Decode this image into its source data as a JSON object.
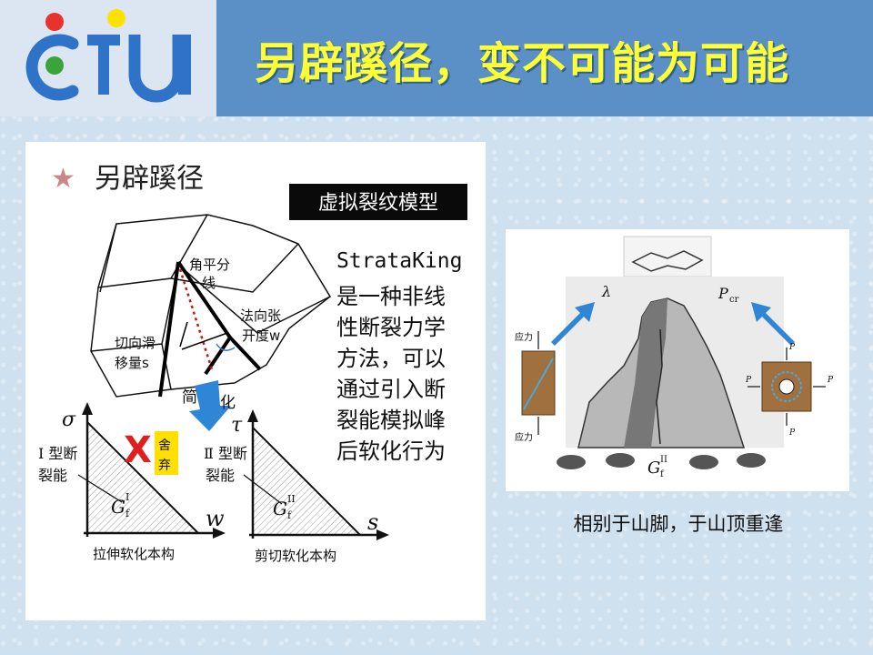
{
  "header": {
    "title": "另辟蹊径，变不可能为可能",
    "logo_colors": [
      "#e8332c",
      "#ffe000",
      "#3aa33a",
      "#2f73c8"
    ]
  },
  "left_panel": {
    "heading_star": "★",
    "heading": "另辟蹊径",
    "tag": "虚拟裂纹模型",
    "description_lines": [
      "StrataKing",
      "是一种非线",
      "性断裂力学",
      "方法，可以",
      "通过引入断",
      "裂能模拟峰",
      "后软化行为"
    ],
    "labels": {
      "bisector_1": "角平分",
      "bisector_2": "线",
      "normal_1": "法向张",
      "normal_2": "开度w",
      "tangent_1": "切向滑",
      "tangent_2": "移量s",
      "simplify_1": "简",
      "simplify_2": "化",
      "discard_mark": "X",
      "discard_1": "舍",
      "discard_2": "弃",
      "chart1_yaxis": "σ",
      "chart1_xaxis": "w",
      "chart1_energy_1": "Ⅰ 型断",
      "chart1_energy_2": "裂能",
      "chart1_gf": "G",
      "chart1_gf_sub": "f",
      "chart1_gf_sup": "I",
      "chart1_caption": "拉伸软化本构",
      "chart2_yaxis": "τ",
      "chart2_xaxis": "s",
      "chart2_energy_1": "Ⅱ 型断",
      "chart2_energy_2": "裂能",
      "chart2_gf": "G",
      "chart2_gf_sub": "f",
      "chart2_gf_sup": "II",
      "chart2_caption": "剪切软化本构"
    }
  },
  "right_panel": {
    "lambda": "λ",
    "pcr": "P",
    "pcr_sub": "cr",
    "stress_top": "应力",
    "stress_bottom": "应力",
    "p_labels": [
      "P",
      "P",
      "P",
      "P"
    ],
    "gf": "G",
    "gf_sub": "f",
    "gf_sup": "II",
    "caption": "相别于山脚，于山顶重逢"
  }
}
